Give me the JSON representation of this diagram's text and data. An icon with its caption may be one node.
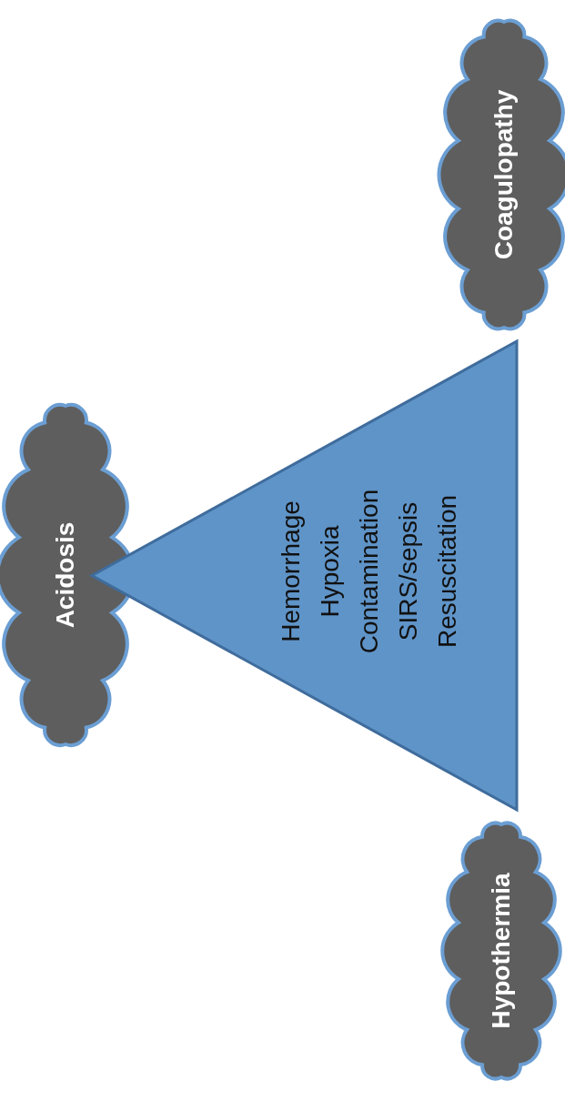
{
  "diagram": {
    "nodes": [
      {
        "text": [
          "Acidosis"
        ]
      },
      {
        "text": [
          "Coagulopathy"
        ]
      },
      {
        "text": [
          "Hypothermia"
        ]
      },
      {
        "text": [
          "Hemorrhage",
          "Hypoxia",
          "Contamination",
          "SIRS/sepsis",
          "Resuscitation"
        ]
      }
    ]
  }
}
